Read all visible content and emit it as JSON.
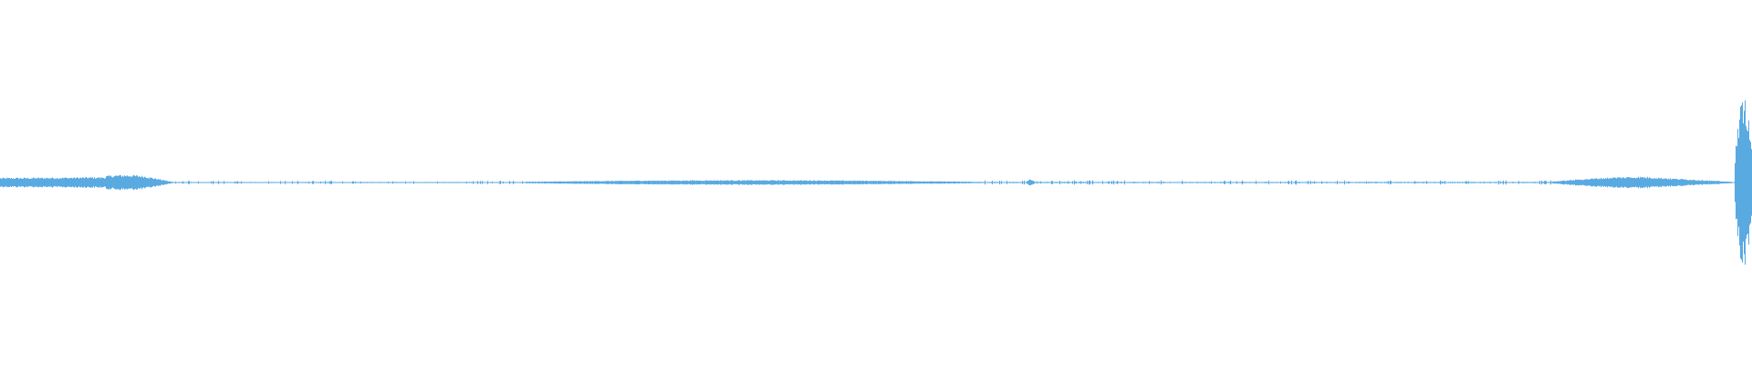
{
  "waveform": {
    "color": "#5aaae2",
    "background": "#ffffff",
    "segments": [
      {
        "start": 0.0,
        "end": 0.06,
        "amp": 0.028,
        "shape": "flat-rise"
      },
      {
        "start": 0.06,
        "end": 0.1,
        "amp": 0.034,
        "shape": "bulge-decay"
      },
      {
        "start": 0.1,
        "end": 0.3,
        "amp": 0.004,
        "shape": "noise"
      },
      {
        "start": 0.3,
        "end": 0.555,
        "amp": 0.012,
        "shape": "hump"
      },
      {
        "start": 0.555,
        "end": 0.585,
        "amp": 0.005,
        "shape": "noise"
      },
      {
        "start": 0.585,
        "end": 0.591,
        "amp": 0.016,
        "shape": "spike"
      },
      {
        "start": 0.591,
        "end": 0.885,
        "amp": 0.005,
        "shape": "noise"
      },
      {
        "start": 0.885,
        "end": 0.99,
        "amp": 0.03,
        "shape": "bulge-decay-late"
      },
      {
        "start": 0.99,
        "end": 1.0,
        "amp": 0.43,
        "shape": "burst"
      }
    ]
  }
}
